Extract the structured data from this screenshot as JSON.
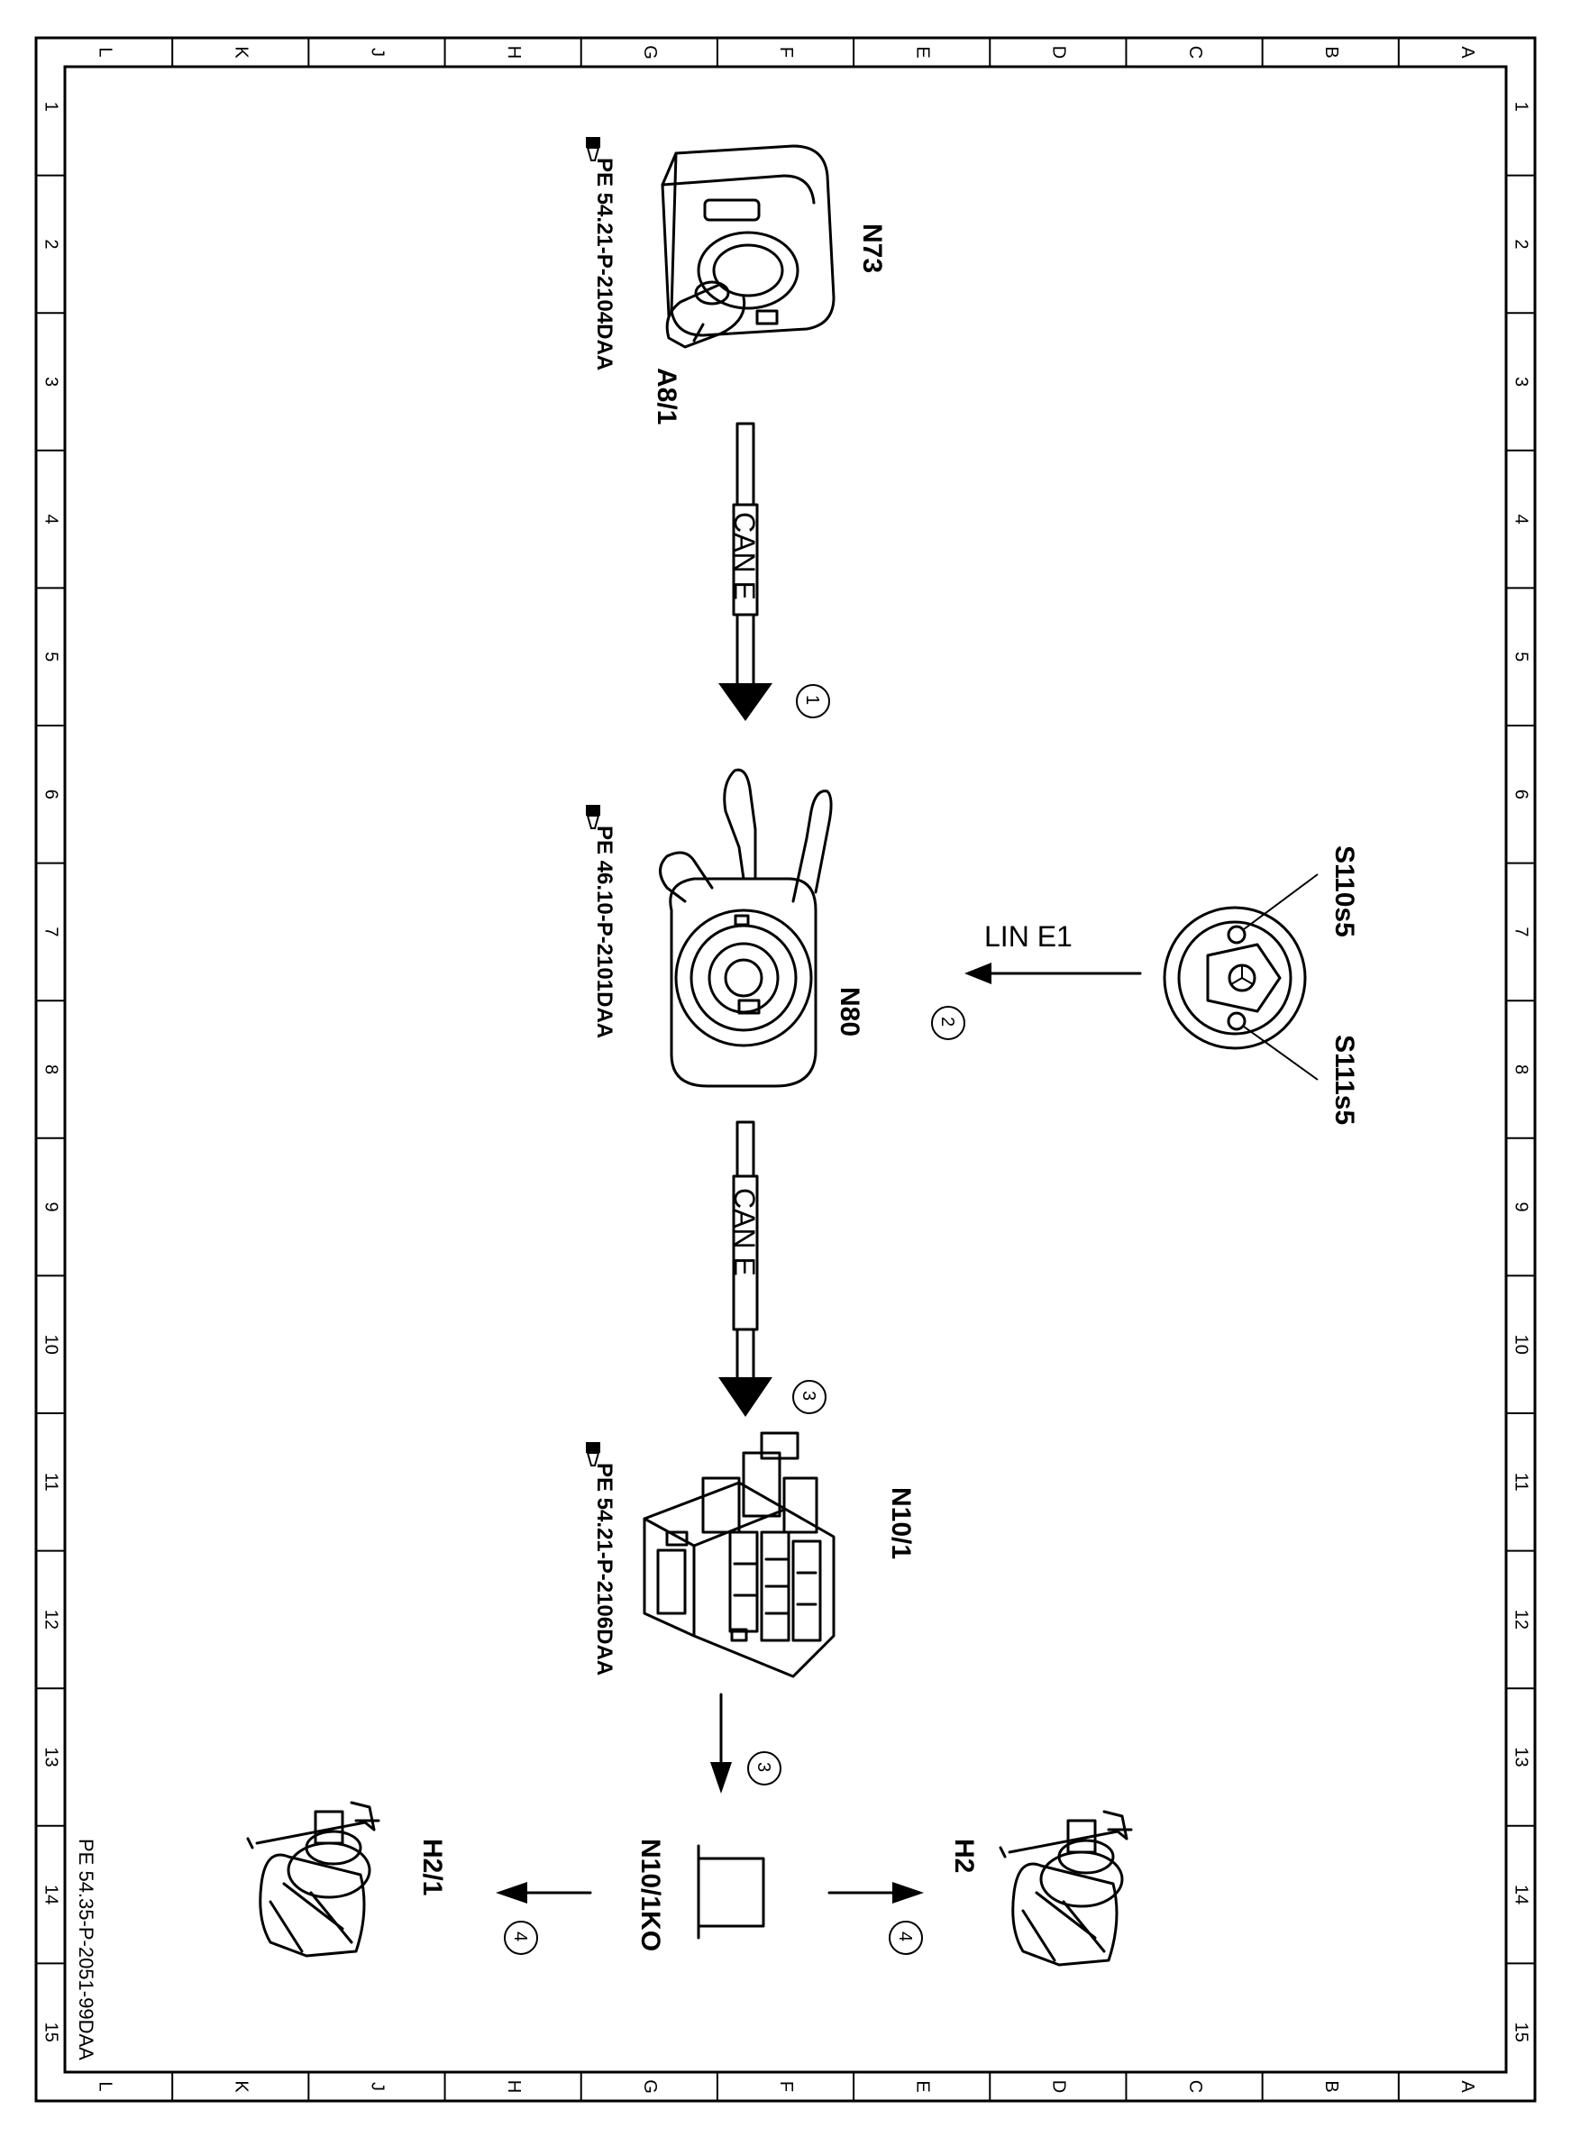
{
  "frame": {
    "columns": [
      "L",
      "K",
      "J",
      "H",
      "G",
      "F",
      "E",
      "D",
      "C",
      "B",
      "A"
    ],
    "rows": [
      "1",
      "2",
      "3",
      "4",
      "5",
      "6",
      "7",
      "8",
      "9",
      "10",
      "11",
      "12",
      "13",
      "14",
      "15"
    ]
  },
  "doc_code": "PE 54.35-P-2051-99DAA",
  "components": {
    "n73": "N73",
    "a8_1": "A8/1",
    "n80": "N80",
    "s110s5": "S110s5",
    "s111s5": "S111s5",
    "n10_1": "N10/1",
    "n10_1ko": "N10/1KO",
    "h2": "H2",
    "h2_1": "H2/1"
  },
  "references": {
    "ref1": "PE 54.21-P-2104DAA",
    "ref2": "PE 46.10-P-2101DAA",
    "ref3": "PE 54.21-P-2106DAA"
  },
  "buses": {
    "can_e_1": "CAN E",
    "can_e_2": "CAN E",
    "lin_e1": "LIN  E1"
  },
  "steps": {
    "s1": "1",
    "s2": "2",
    "s3a": "3",
    "s3b": "3",
    "s4a": "4",
    "s4b": "4"
  }
}
